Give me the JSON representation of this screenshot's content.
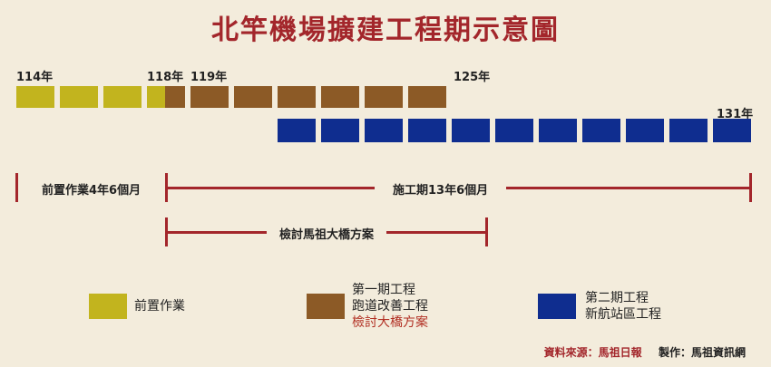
{
  "title": "北竿機場擴建工程期示意圖",
  "year_labels": [
    "114年",
    "118年",
    "119年",
    "125年",
    "131年"
  ],
  "colors": {
    "prep": "#c2b41e",
    "phase1": "#8c5a26",
    "phase2": "#0f2d8f",
    "accent": "#a3262b"
  },
  "timeline": {
    "row1_yellow_blocks": 4,
    "row1_brown_blocks": 7,
    "row2_blue_blocks": 11
  },
  "brackets": {
    "prep": "前置作業4年6個月",
    "construction": "施工期13年6個月",
    "review": "檢討馬祖大橋方案"
  },
  "legend": {
    "prep": "前置作業",
    "phase1_line1": "第一期工程",
    "phase1_line2": "跑道改善工程",
    "phase1_line3": "檢討大橋方案",
    "phase2_line1": "第二期工程",
    "phase2_line2": "新航站區工程"
  },
  "footer": {
    "source": "資料來源：馬祖日報",
    "maker": "製作：馬祖資訊網"
  }
}
